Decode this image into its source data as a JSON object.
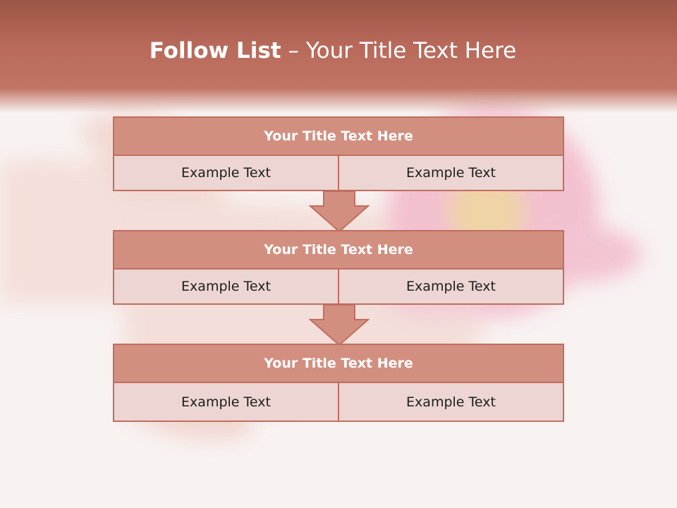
{
  "slide": {
    "title_bold": "Follow List",
    "title_rest": " – Your Title Text Here"
  },
  "steps": [
    {
      "title": "Your Title Text Here",
      "left": "Example Text",
      "right": "Example Text"
    },
    {
      "title": "Your Title Text Here",
      "left": "Example Text",
      "right": "Example Text"
    },
    {
      "title": "Your Title Text Here",
      "left": "Example Text",
      "right": "Example Text"
    }
  ],
  "colors": {
    "header": "#b8695a",
    "box_head": "#d28f80",
    "box_border": "#c06e5f",
    "box_row": "#ecd5d2"
  }
}
